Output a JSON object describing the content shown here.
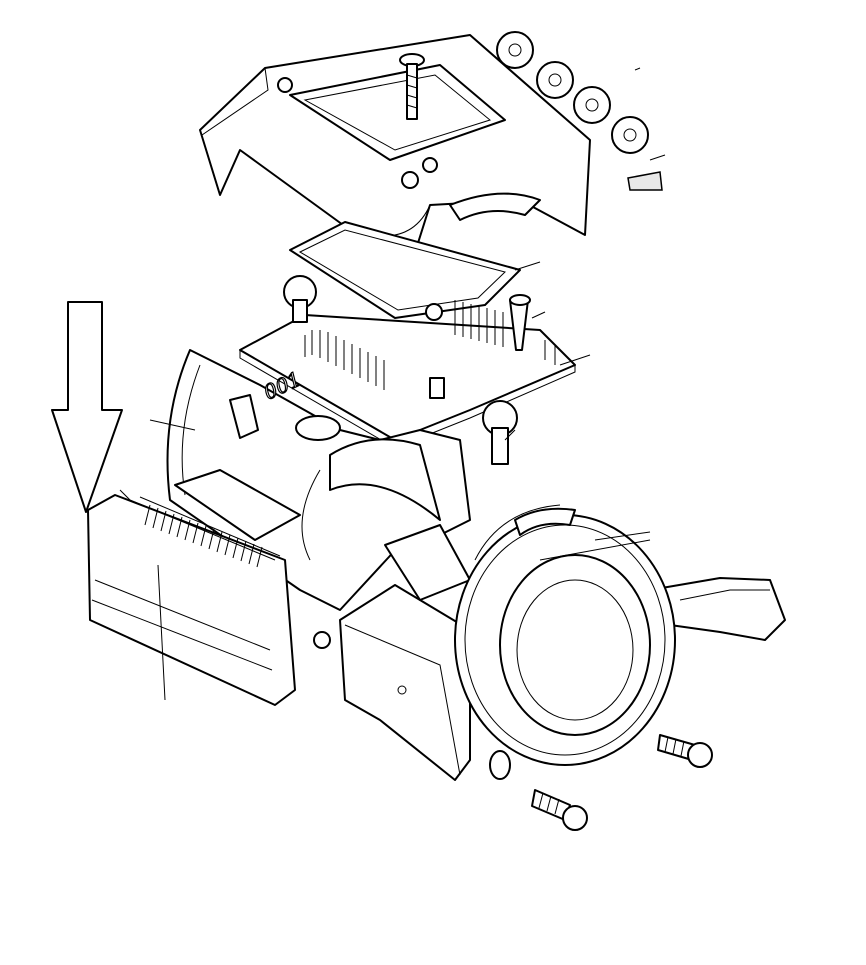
{
  "diagram": {
    "type": "exploded-assembly-line-drawing",
    "embossed_marking": "001",
    "indicator": "down-arrow",
    "colors": {
      "line": "#000000",
      "background": "#ffffff"
    }
  }
}
